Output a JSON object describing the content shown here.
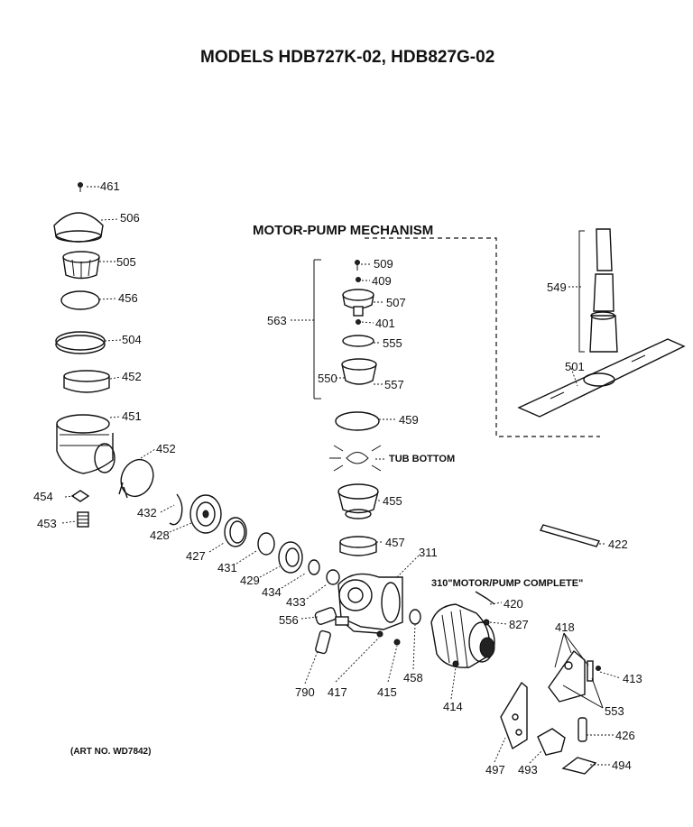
{
  "title": "MODELS HDB727K-02, HDB827G-02",
  "section_title": "MOTOR-PUMP MECHANISM",
  "art_number": "(ART NO. WD7842)",
  "callouts": {
    "tub_bottom": "TUB BOTTOM",
    "motor_pump_complete": "310\"MOTOR/PUMP COMPLETE\""
  },
  "parts": [
    "461",
    "506",
    "505",
    "456",
    "504",
    "452",
    "451",
    "452",
    "454",
    "453",
    "432",
    "428",
    "427",
    "431",
    "429",
    "434",
    "433",
    "556",
    "790",
    "417",
    "415",
    "458",
    "414",
    "311",
    "420",
    "827",
    "509",
    "409",
    "507",
    "401",
    "555",
    "563",
    "550",
    "557",
    "459",
    "455",
    "457",
    "549",
    "501",
    "422",
    "418",
    "413",
    "553",
    "426",
    "497",
    "493",
    "494"
  ]
}
